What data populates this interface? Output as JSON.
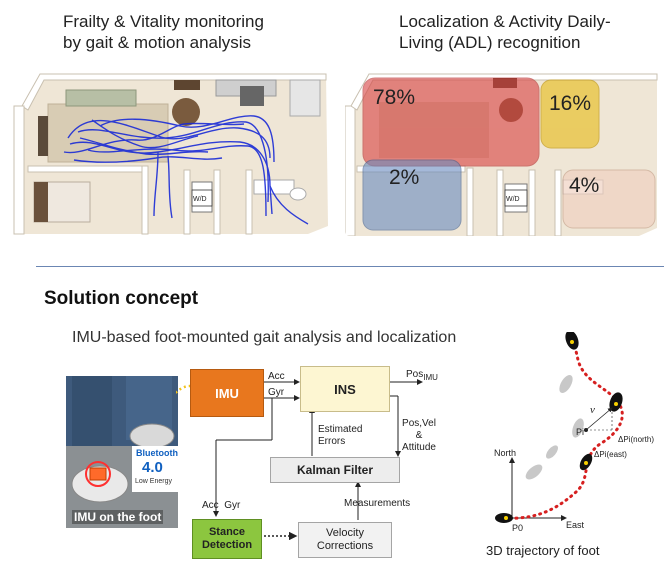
{
  "top": {
    "left_title": "Frailty & Vitality monitoring by gait & motion analysis",
    "left_title_line1": "Frailty & Vitality monitoring",
    "left_title_line2": "by gait & motion analysis",
    "right_title_line1": "Localization & Activity Daily-",
    "right_title_line2": "Living (ADL) recognition",
    "wd_label": "W/D",
    "zones": [
      {
        "percent": "78%",
        "color": "#d84040"
      },
      {
        "percent": "16%",
        "color": "#e8c030"
      },
      {
        "percent": "2%",
        "color": "#6a8cc0"
      },
      {
        "percent": "4%",
        "color": "#e8c8b8"
      }
    ]
  },
  "section": {
    "heading": "Solution concept",
    "subheading": "IMU-based foot-mounted gait analysis and localization"
  },
  "photo": {
    "caption": "IMU on the foot",
    "bluetooth_brand": "Bluetooth",
    "bluetooth_version": "4.0",
    "bluetooth_note": "Low Energy"
  },
  "diagram": {
    "imu": "IMU",
    "ins": "INS",
    "kalman": "Kalman Filter",
    "stance": "Stance Detection",
    "velocity": "Velocity Corrections",
    "acc": "Acc",
    "gyr": "Gyr",
    "pos_imu": "Pos",
    "pos_imu_sub": "IMU",
    "pos_vel_att_1": "Pos,Vel",
    "pos_vel_att_2": "&",
    "pos_vel_att_3": "Attitude",
    "estimated_1": "Estimated",
    "estimated_2": "Errors",
    "measurements": "Measurements",
    "acc_gyr": "Acc  Gyr"
  },
  "trajectory": {
    "north": "North",
    "east": "East",
    "p0": "P0",
    "pi": "Pi",
    "dp_north": "ΔPi(north)",
    "dp_east": "ΔPi(east)",
    "velocity_label": "v",
    "caption": "3D trajectory of foot"
  },
  "colors": {
    "imu_box": "#e8771e",
    "ins_box": "#fdf6d2",
    "kalman_box": "#ededed",
    "stance_box": "#8cc63f",
    "velocity_box": "#f2f2f2",
    "trajectory_dots": "#d62020",
    "separator": "#6b86b3"
  }
}
